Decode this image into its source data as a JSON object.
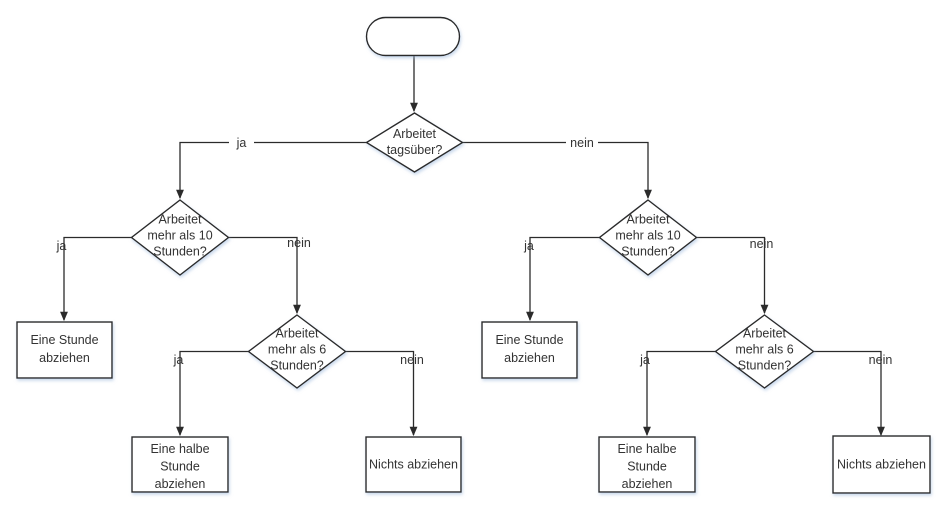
{
  "diagram": {
    "type": "flowchart",
    "language": "de",
    "colors": {
      "stroke": "#2b2b2b",
      "text": "#333333",
      "shape_fill": "#ffffff",
      "shadow": "#9cb8dc",
      "background": "#ffffff"
    },
    "nodes": {
      "start": {
        "shape": "terminator",
        "lines": []
      },
      "decision_daytime": {
        "shape": "decision",
        "lines": [
          "Arbeitet",
          "tagsüber?"
        ]
      },
      "decision_10h_left": {
        "shape": "decision",
        "lines": [
          "Arbeitet",
          "mehr als 10",
          "Stunden?"
        ]
      },
      "decision_10h_right": {
        "shape": "decision",
        "lines": [
          "Arbeitet",
          "mehr als 10",
          "Stunden?"
        ]
      },
      "decision_6h_left": {
        "shape": "decision",
        "lines": [
          "Arbeitet",
          "mehr als 6",
          "Stunden?"
        ]
      },
      "decision_6h_right": {
        "shape": "decision",
        "lines": [
          "Arbeitet",
          "mehr als 6",
          "Stunden?"
        ]
      },
      "process_one_hour_left": {
        "shape": "process",
        "lines": [
          "Eine Stunde",
          "abziehen"
        ]
      },
      "process_one_hour_right": {
        "shape": "process",
        "lines": [
          "Eine Stunde",
          "abziehen"
        ]
      },
      "process_half_hour_left": {
        "shape": "process",
        "lines": [
          "Eine halbe",
          "Stunde",
          "abziehen"
        ]
      },
      "process_half_hour_right": {
        "shape": "process",
        "lines": [
          "Eine halbe",
          "Stunde",
          "abziehen"
        ]
      },
      "process_nothing_left": {
        "shape": "process",
        "lines": [
          "Nichts abziehen"
        ]
      },
      "process_nothing_right": {
        "shape": "process",
        "lines": [
          "Nichts abziehen"
        ]
      }
    },
    "edges": [
      {
        "from": "start",
        "to": "decision_daytime",
        "label": ""
      },
      {
        "from": "decision_daytime",
        "to": "decision_10h_left",
        "label": "ja"
      },
      {
        "from": "decision_daytime",
        "to": "decision_10h_right",
        "label": "nein"
      },
      {
        "from": "decision_10h_left",
        "to": "process_one_hour_left",
        "label": "ja"
      },
      {
        "from": "decision_10h_left",
        "to": "decision_6h_left",
        "label": "nein"
      },
      {
        "from": "decision_6h_left",
        "to": "process_half_hour_left",
        "label": "ja"
      },
      {
        "from": "decision_6h_left",
        "to": "process_nothing_left",
        "label": "nein"
      },
      {
        "from": "decision_10h_right",
        "to": "process_one_hour_right",
        "label": "ja"
      },
      {
        "from": "decision_10h_right",
        "to": "decision_6h_right",
        "label": "nein"
      },
      {
        "from": "decision_6h_right",
        "to": "process_half_hour_right",
        "label": "ja"
      },
      {
        "from": "decision_6h_right",
        "to": "process_nothing_right",
        "label": "nein"
      }
    ]
  }
}
